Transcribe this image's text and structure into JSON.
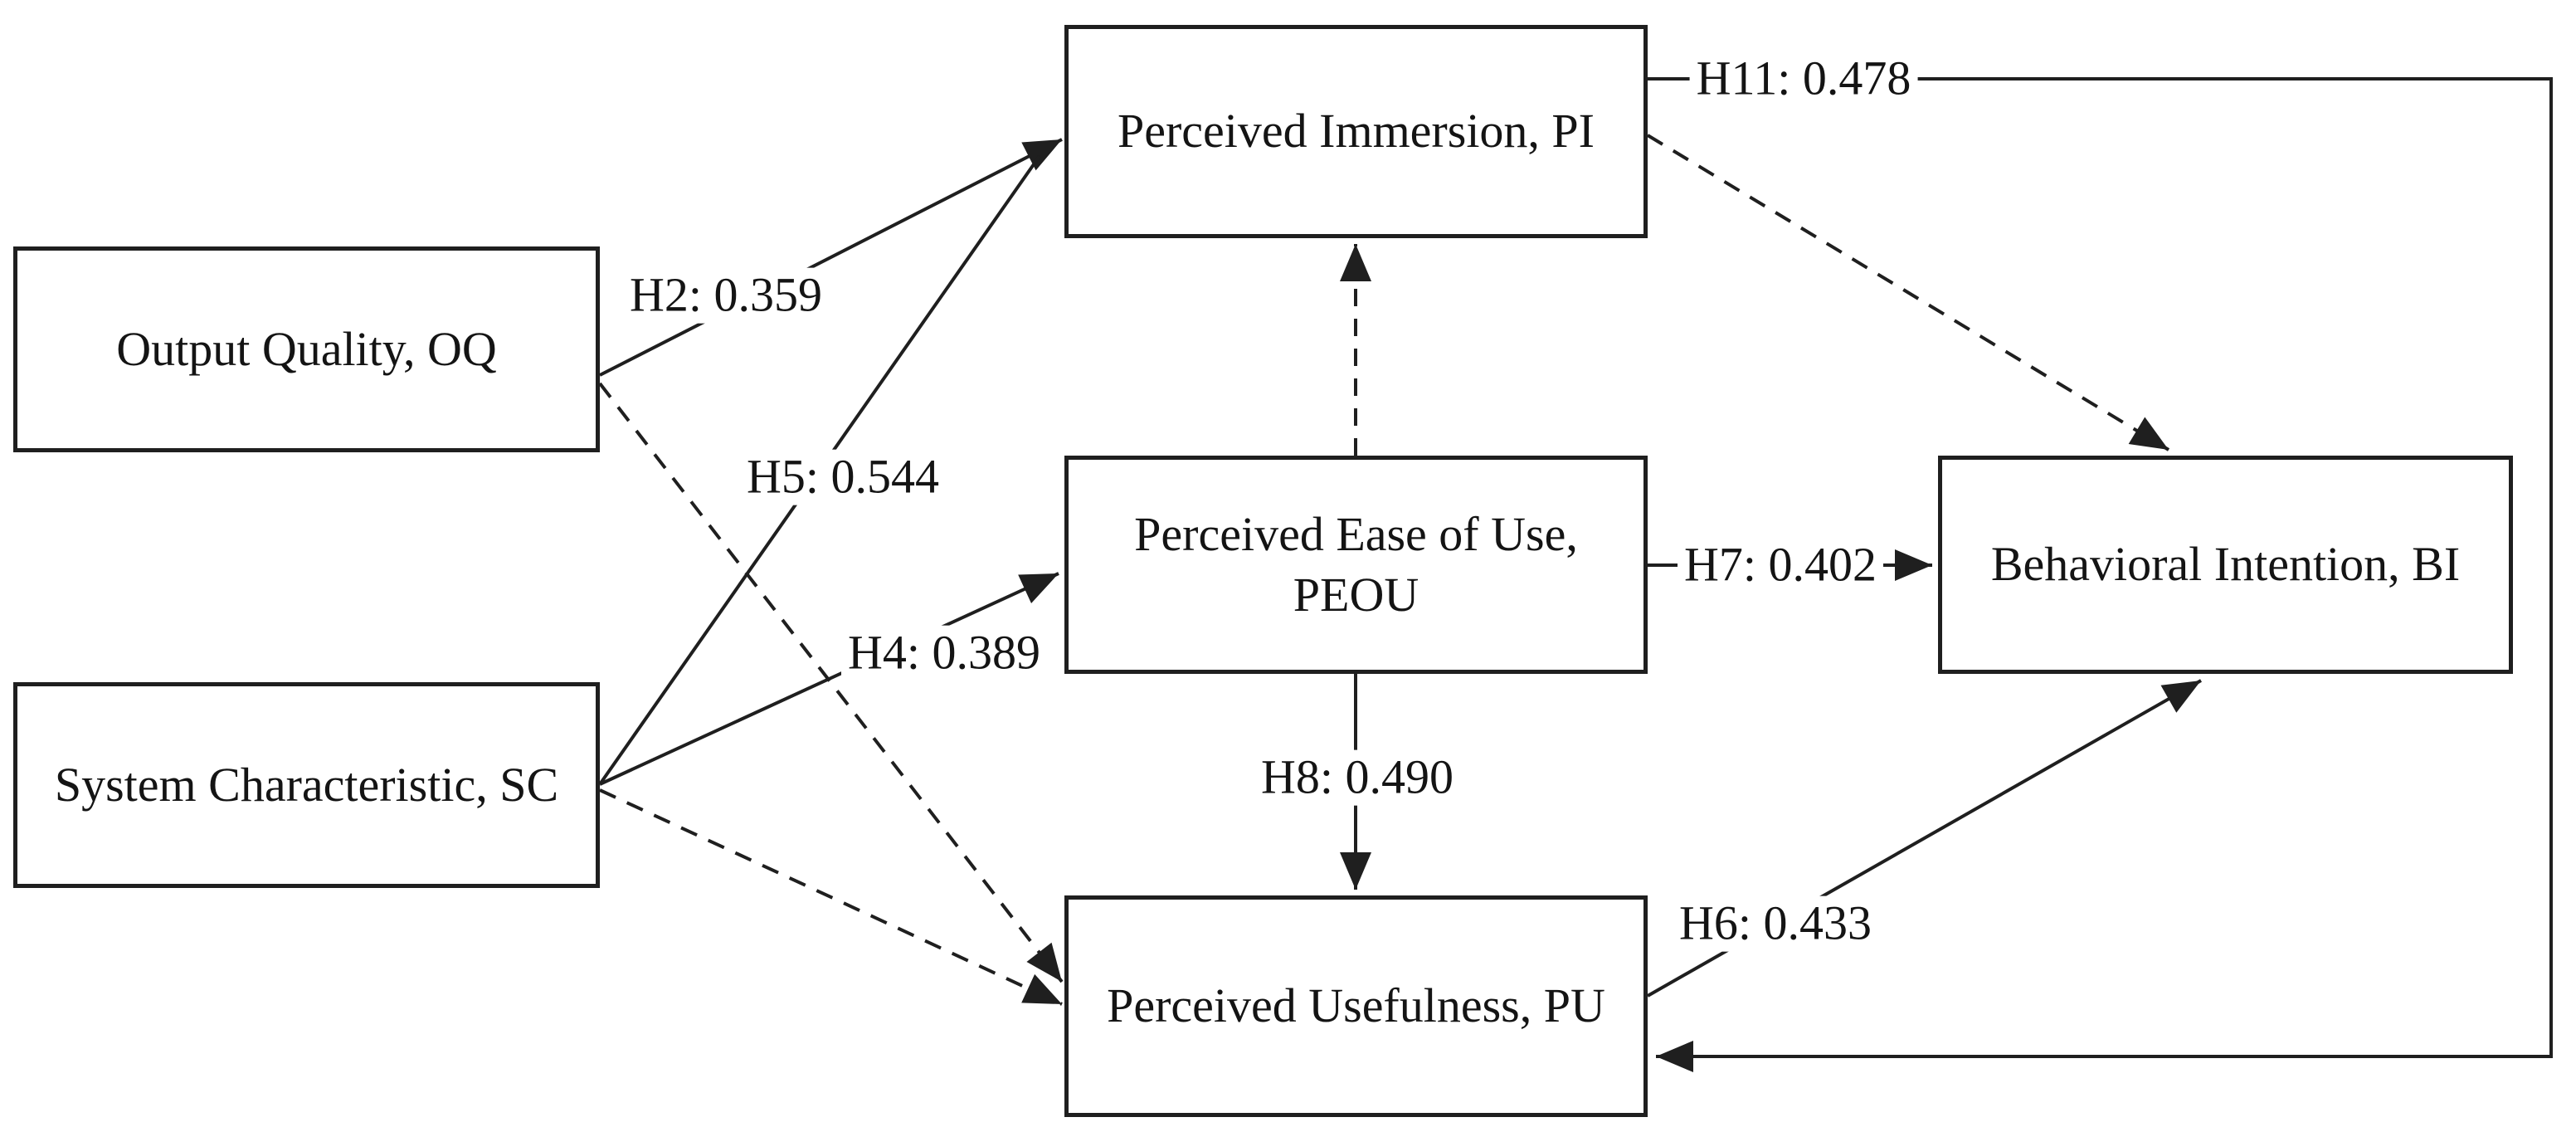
{
  "diagram": {
    "type": "path-model",
    "nodes": [
      {
        "id": "OQ",
        "label": "Output Quality, OQ"
      },
      {
        "id": "SC",
        "label": "System Characteristic, SC"
      },
      {
        "id": "PI",
        "label": "Perceived Immersion, PI"
      },
      {
        "id": "PEOU",
        "label": "Perceived Ease of Use, PEOU"
      },
      {
        "id": "PU",
        "label": "Perceived Usefulness, PU"
      },
      {
        "id": "BI",
        "label": "Behavioral Intention, BI"
      }
    ],
    "edges": [
      {
        "id": "H2",
        "label": "H2: 0.359",
        "value": 0.359,
        "from": "OQ",
        "to": "PI",
        "style": "solid"
      },
      {
        "id": "H5",
        "label": "H5: 0.544",
        "value": 0.544,
        "from": "SC",
        "to": "PI",
        "style": "solid"
      },
      {
        "id": "H4",
        "label": "H4: 0.389",
        "value": 0.389,
        "from": "SC",
        "to": "PEOU",
        "style": "solid"
      },
      {
        "id": "H7",
        "label": "H7: 0.402",
        "value": 0.402,
        "from": "PEOU",
        "to": "BI",
        "style": "solid"
      },
      {
        "id": "H8",
        "label": "H8: 0.490",
        "value": 0.49,
        "from": "PEOU",
        "to": "PU",
        "style": "solid"
      },
      {
        "id": "H6",
        "label": "H6: 0.433",
        "value": 0.433,
        "from": "PU",
        "to": "BI",
        "style": "solid"
      },
      {
        "id": "H11",
        "label": "H11: 0.478",
        "value": 0.478,
        "from": "PI",
        "to": "PU",
        "style": "solid",
        "route": "outer-right"
      },
      {
        "id": "OQ-PU",
        "label": "",
        "from": "OQ",
        "to": "PU",
        "style": "dashed"
      },
      {
        "id": "SC-PU",
        "label": "",
        "from": "SC",
        "to": "PU",
        "style": "dashed"
      },
      {
        "id": "PEOU-PI",
        "label": "",
        "from": "PEOU",
        "to": "PI",
        "style": "dashed"
      },
      {
        "id": "PI-BI",
        "label": "",
        "from": "PI",
        "to": "BI",
        "style": "dashed"
      }
    ],
    "colors": {
      "line": "#1f1f1f",
      "box_border": "#1f1f1f",
      "background": "#ffffff",
      "text": "#141414"
    }
  }
}
